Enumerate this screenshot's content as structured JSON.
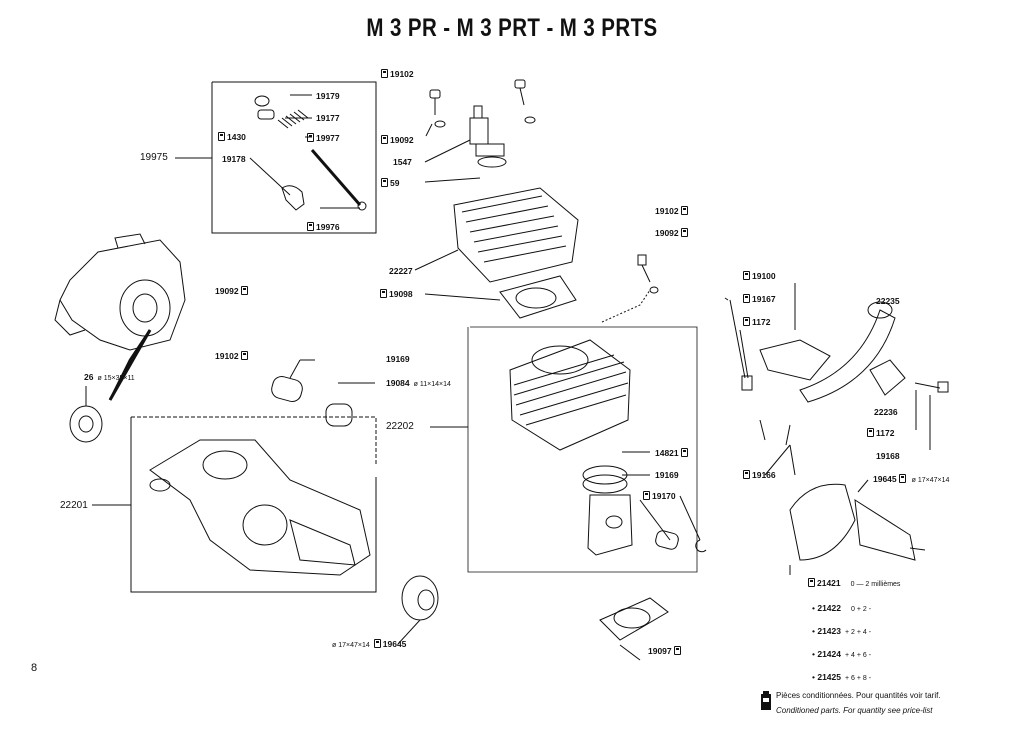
{
  "title": "M 3 PR  -  M 3 PRT  -  M 3 PRTS",
  "page_number": "8",
  "labels": {
    "p19179": "19179",
    "p19177": "19177",
    "p1430": "1430",
    "p19977": "19977",
    "p19975": "19975",
    "p19178": "19178",
    "p19976": "19976",
    "p19102a": "19102",
    "p19092a": "19092",
    "p1547": "1547",
    "p59": "59",
    "p22227": "22227",
    "p19098": "19098",
    "p19092b": "19092",
    "p19102b": "19102",
    "p26": "26",
    "p26size": "ø 15×35×11",
    "p19169a": "19169",
    "p19084": "19084",
    "p19084size": "ø 11×14×14",
    "p22202": "22202",
    "p22201": "22201",
    "p19645a": "19645",
    "p19645asize": "ø 17×47×14",
    "p19102c": "19102",
    "p19092c": "19092",
    "p14821": "14821",
    "p19169b": "19169",
    "p19170": "19170",
    "p19097": "19097",
    "p19100": "19100",
    "p19167": "19167",
    "p1172a": "1172",
    "p22235": "22235",
    "p22236": "22236",
    "p1172b": "1172",
    "p19168": "19168",
    "p19166": "19166",
    "p19645b": "19645",
    "p19645bsize": "ø 17×47×14"
  },
  "crank_table": [
    {
      "part": "21421",
      "range": "0 — 2 millièmes"
    },
    {
      "part": "21422",
      "range": "0 + 2   -"
    },
    {
      "part": "21423",
      "range": "+ 2 + 4   -"
    },
    {
      "part": "21424",
      "range": "+ 4 + 6   -"
    },
    {
      "part": "21425",
      "range": "+ 6 + 8   -"
    }
  ],
  "legend": {
    "fr": "Pièces conditionnées. Pour quantités voir tarif.",
    "en": "Conditioned parts. For quantity see price-list"
  }
}
